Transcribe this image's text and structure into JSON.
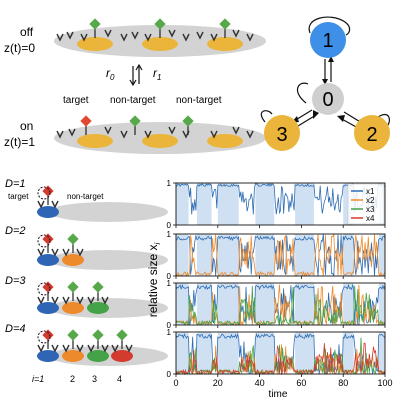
{
  "panel_top_left": {
    "off_label": "off",
    "off_state": "z(t)=0",
    "on_label": "on",
    "on_state": "z(t)=1",
    "rate_off_to_on": "r",
    "rate_off_to_on_sub": "0",
    "rate_on_to_off": "r",
    "rate_on_to_off_sub": "1",
    "target_labels": [
      "target",
      "non-target",
      "non-target"
    ]
  },
  "panel_top_right": {
    "states": [
      "1",
      "0",
      "3",
      "2"
    ],
    "colors": {
      "state_1": "#3d8fe8",
      "state_0": "#cfcfcf",
      "state_3": "#eab53a",
      "state_2": "#eab53a"
    }
  },
  "panel_bottom_left": {
    "rows": [
      {
        "label": "D=1",
        "target_label": "target",
        "nontarget_label": "non-target"
      },
      {
        "label": "D=2"
      },
      {
        "label": "D=3"
      },
      {
        "label": "D=4"
      }
    ],
    "index_labels": [
      "i=1",
      "2",
      "3",
      "4"
    ],
    "cell_colors": [
      "#2e66b5",
      "#ef8a2a",
      "#45a347",
      "#d43b2f"
    ]
  },
  "chart_data": {
    "type": "line",
    "ylabel": "relative size  x",
    "ylabel_sub": "i",
    "xlabel": "time",
    "xlim": [
      0,
      100
    ],
    "ylim": [
      0,
      1
    ],
    "x_ticks": [
      "0",
      "20",
      "40",
      "60",
      "80",
      "100"
    ],
    "y_ticks": [
      "0",
      "1"
    ],
    "legend": [
      "x1",
      "x2",
      "x3",
      "x4"
    ],
    "legend_position": "top-right",
    "colors": {
      "x1": "#2e6db4",
      "x2": "#ef8a2a",
      "x3": "#45a347",
      "x4": "#d43b2f",
      "on_band": "#cfe0f2"
    },
    "on_intervals": [
      [
        0,
        6
      ],
      [
        10,
        17
      ],
      [
        20,
        30
      ],
      [
        38,
        47
      ],
      [
        57,
        66
      ],
      [
        80,
        85
      ],
      [
        97,
        100
      ]
    ],
    "panels": [
      {
        "D": 1,
        "series": [
          "x1"
        ]
      },
      {
        "D": 2,
        "series": [
          "x1",
          "x2"
        ]
      },
      {
        "D": 3,
        "series": [
          "x1",
          "x2",
          "x3"
        ]
      },
      {
        "D": 4,
        "series": [
          "x1",
          "x2",
          "x3",
          "x4"
        ]
      }
    ]
  }
}
